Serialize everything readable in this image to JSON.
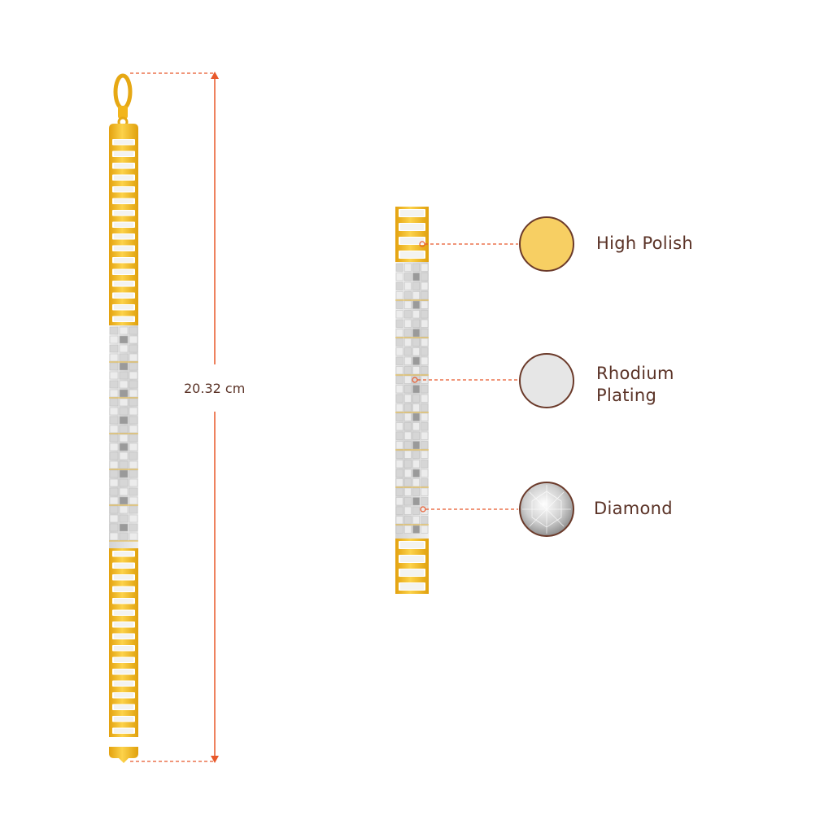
{
  "product": {
    "length_label": "20.32 cm"
  },
  "finishes": [
    {
      "name": "High Polish",
      "swatch": "gold-swatch",
      "color": "#f7cf63"
    },
    {
      "name": "Rhodium Plating",
      "line1": "Rhodium",
      "line2": "Plating",
      "swatch": "rhodium-swatch",
      "color": "#e6e6e6"
    },
    {
      "name": "Diamond",
      "swatch": "diamond-swatch",
      "color": "#d9d9d9"
    }
  ],
  "colors": {
    "accent_line": "#e8582a",
    "gold": "#f2b51c",
    "gold_dark": "#c98a00",
    "silver": "#e4e4e4",
    "text": "#5a3226",
    "swatch_border": "#6b3a2a"
  },
  "icons": {
    "clasp": "lobster-clasp-icon",
    "bracelet": "bracelet-image",
    "detail": "bracelet-detail-image"
  }
}
